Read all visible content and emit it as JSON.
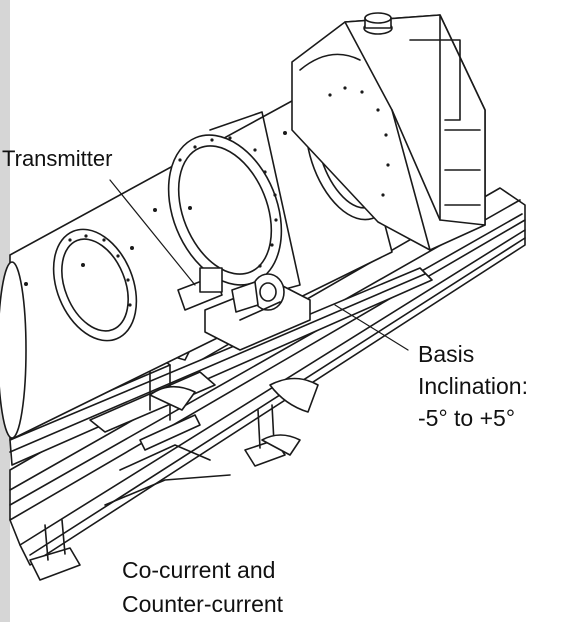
{
  "labels": {
    "transmitter": "Transmitter",
    "basis": "Basis",
    "inclination": "Inclination:",
    "inclination_range": "-5° to +5°",
    "flow_line1": "Co-current and",
    "flow_line2": "Counter-current"
  },
  "colors": {
    "line": "#1a1a1a",
    "background": "#ffffff",
    "edge_strip": "#d6d6d6"
  }
}
